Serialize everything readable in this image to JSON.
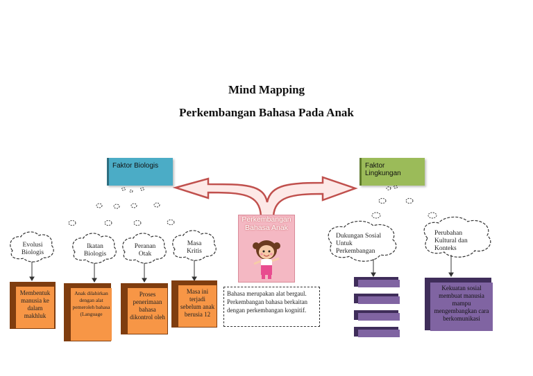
{
  "title": {
    "line1": "Mind Mapping",
    "line2": "Perkembangan Bahasa Pada Anak"
  },
  "center": {
    "label": "Perkembangan Bahasa Anak",
    "description": "Bahasa merupakan alat bergaul. Perkembangan bahasa berkaitan dengan perkembangan kognitif."
  },
  "left_branch": {
    "label": "Faktor Biologis",
    "color": "#4bacc6",
    "children": [
      {
        "cloud": "Evolusi Biologis",
        "detail": "Membentuk manusia ke dalam makhluk"
      },
      {
        "cloud": "Ikatan Biologis",
        "detail": "Anak dilahirkan dengan alat pemeroleh bahasa (Language"
      },
      {
        "cloud": "Peranan Otak",
        "detail": "Proses penerimaan bahasa dikontrol oleh"
      },
      {
        "cloud": "Masa Kritis",
        "detail": "Masa ini terjadi sebelum anak berusia 12"
      }
    ]
  },
  "right_branch": {
    "label": "Faktor Lingkungan",
    "color": "#9bbb59",
    "children": [
      {
        "cloud": "Dukungan Sosial Untuk Perkembangan"
      },
      {
        "cloud": "Perubahan Kultural dan Konteks",
        "detail": "Kekuatan sosial membuat manusia mampu mengembangkan cara berkomunikasi"
      }
    ]
  },
  "colors": {
    "arrow": "#c0504d",
    "orange": "#f79646",
    "purple": "#8064a2"
  }
}
